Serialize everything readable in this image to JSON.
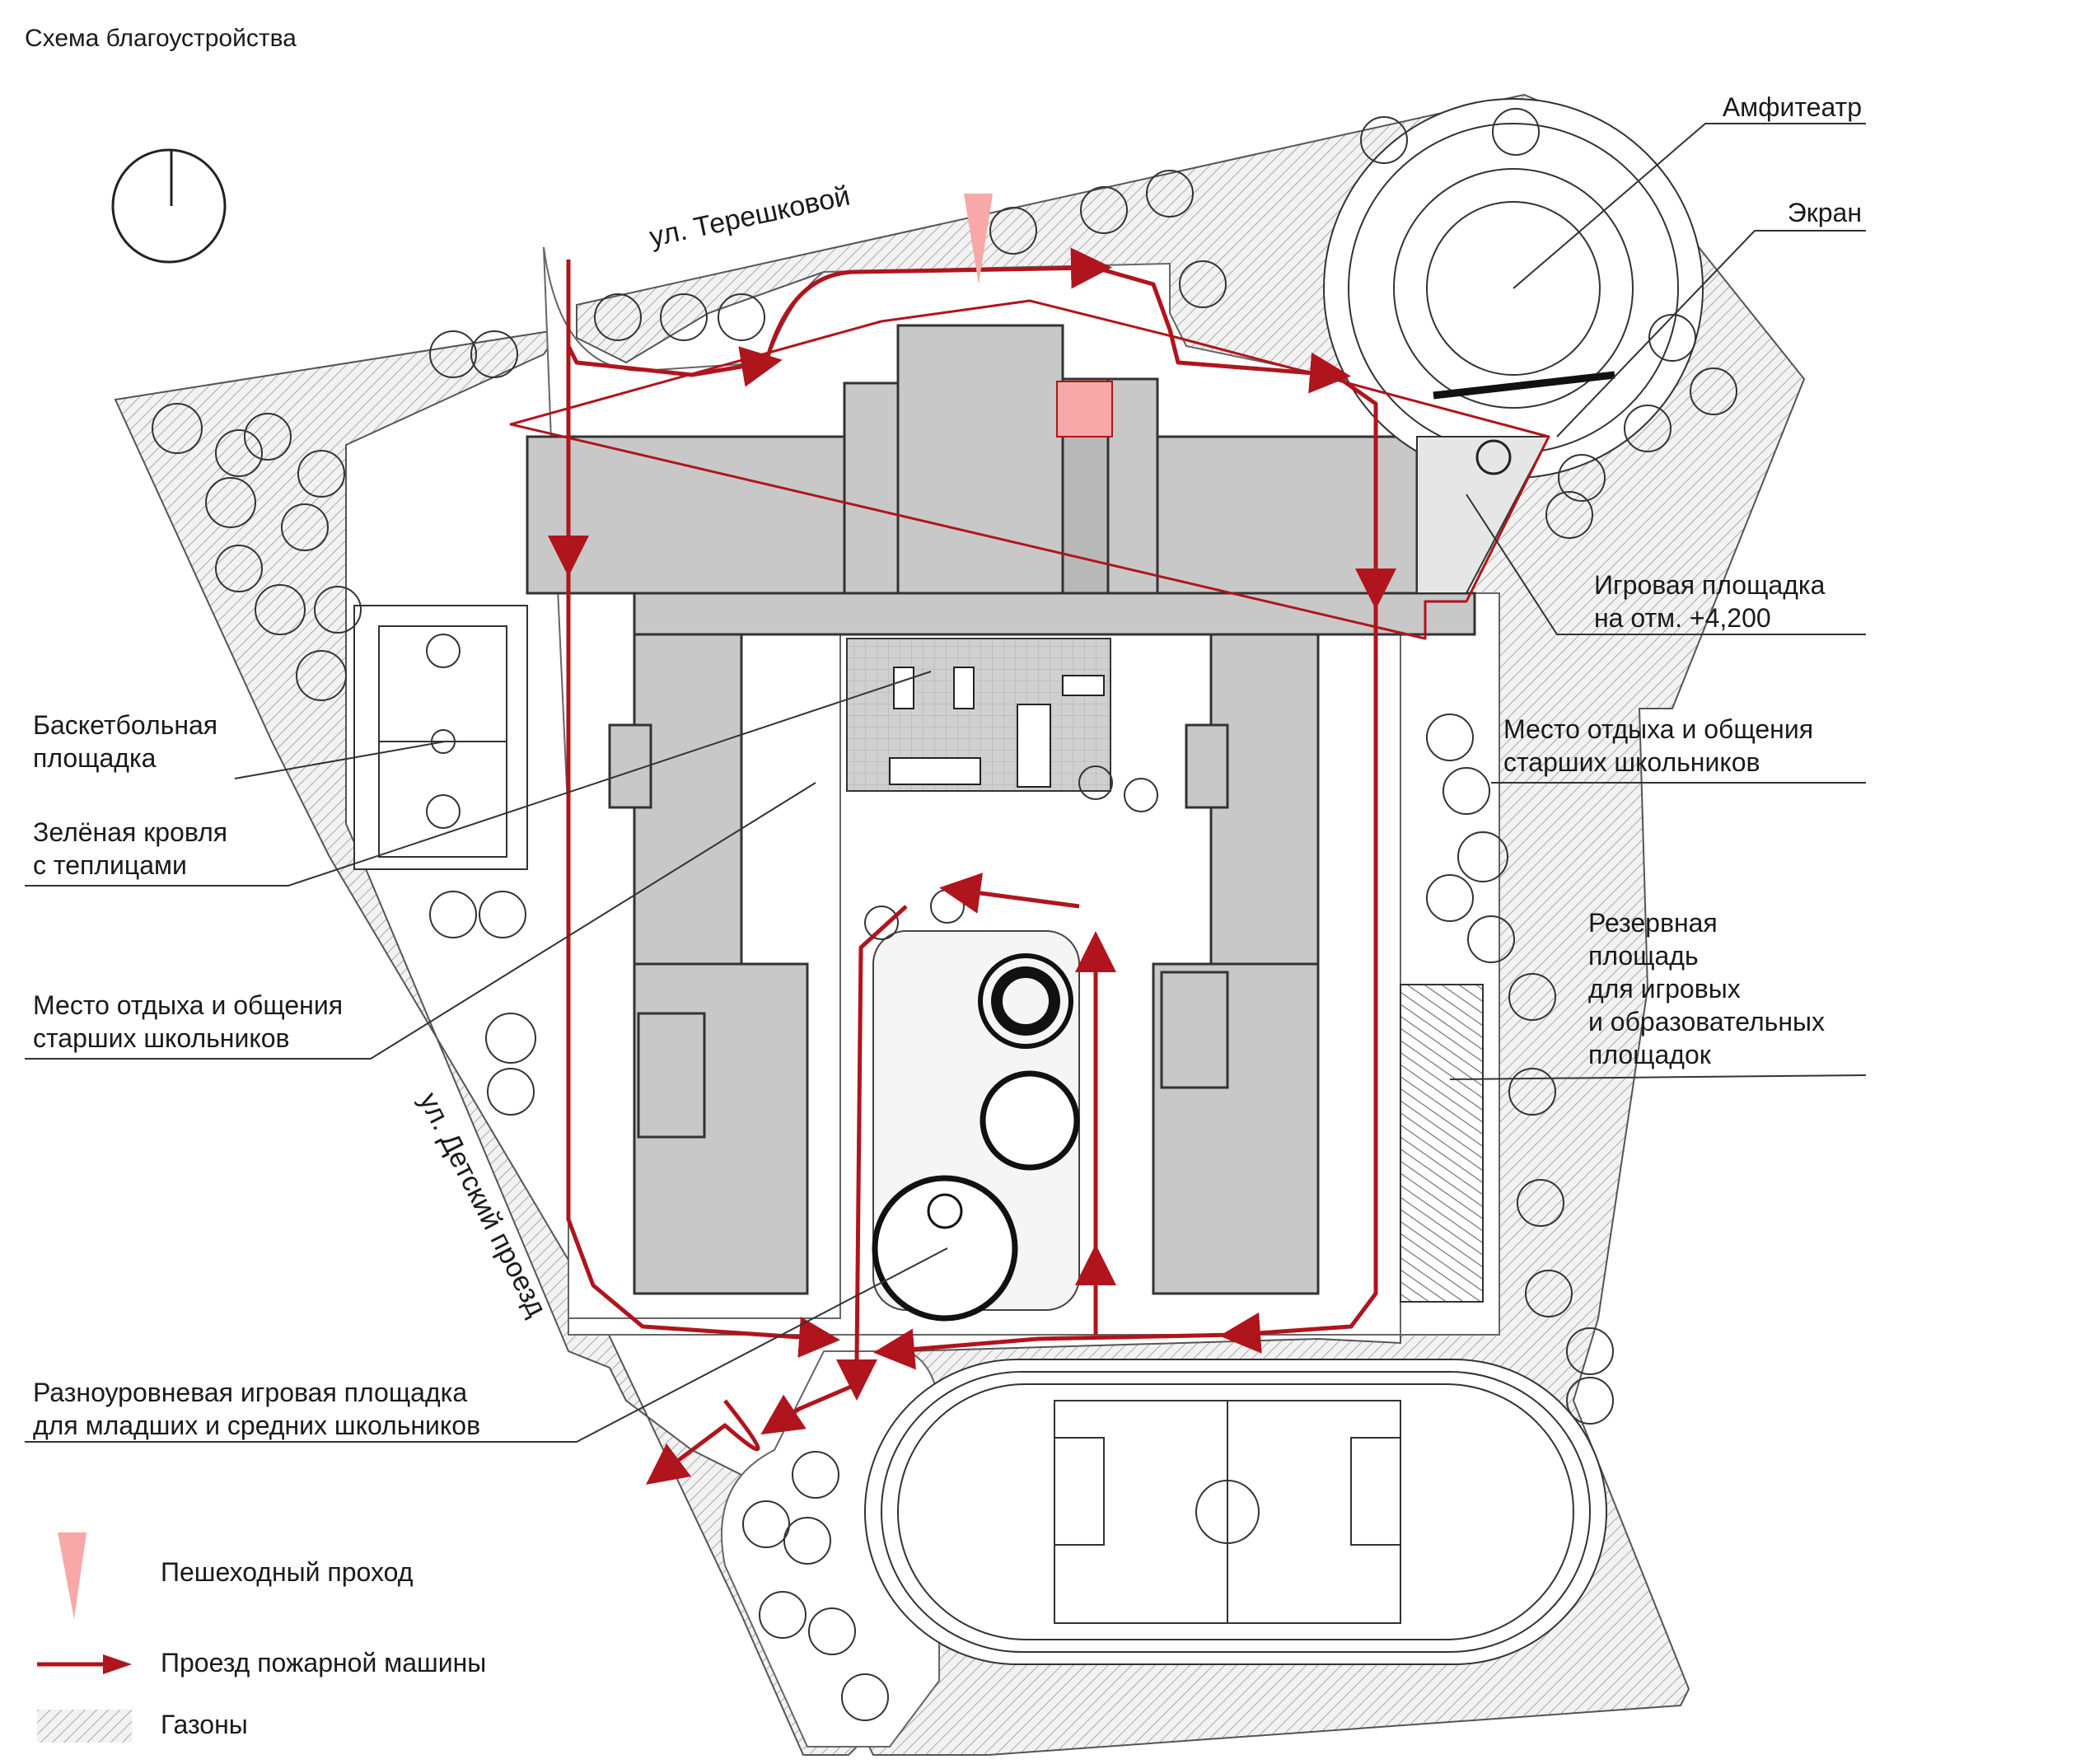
{
  "title": "Схема благоустройства",
  "streets": {
    "north": "ул. Терешковой",
    "west": "ул. Детский проезд"
  },
  "labels": {
    "amphitheatre": "Амфитеатр",
    "screen": "Экран",
    "playground_raised": [
      "Игровая площадка",
      "на отм. +4,200"
    ],
    "basketball": [
      "Баскетбольная",
      "площадка"
    ],
    "green_roof": [
      "Зелёная кровля",
      "с теплицами"
    ],
    "rest_left": [
      "Место отдыха и общения",
      "старших школьников"
    ],
    "rest_right": [
      "Место отдыха и общения",
      "старших школьников"
    ],
    "reserve": [
      "Резервная",
      "площадь",
      "для игровых",
      "и образовательных",
      "площадок"
    ],
    "multilevel": [
      "Разноуровневая игровая площадка",
      "для младших и средних школьников"
    ]
  },
  "legend": {
    "pedestrian": "Пешеходный проход",
    "fire_route": "Проезд пожарной машины",
    "lawns": "Газоны"
  },
  "colors": {
    "fire_route": "#b0141c",
    "pedestrian": "#f7a8a8",
    "building": "#c8c8c8",
    "lawn_hatch": "#9a9a9a"
  }
}
